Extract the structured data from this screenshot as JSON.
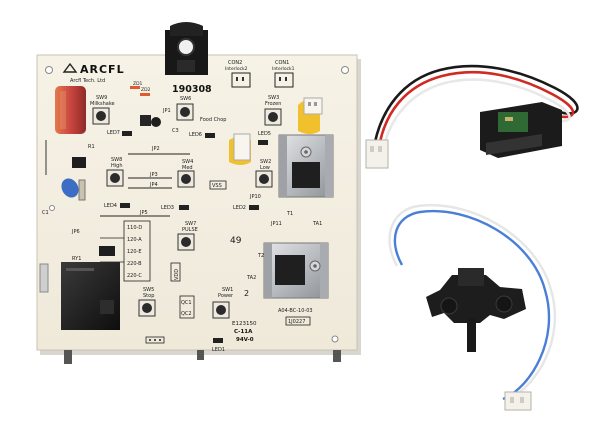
{
  "board": {
    "brand_logo": "ARCFL",
    "maker": "Arcfl Tech. Ltd",
    "part_no": "190308",
    "conn": {
      "con2": "CON2",
      "con2_sub": "Interlock2",
      "con1": "CON1",
      "con1_sub": "Interlock1"
    },
    "switches": {
      "sw9": "SW9",
      "sw9_fn": "Milkshake",
      "sw6": "SW6",
      "sw6_fn": "Food Chop",
      "sw3": "SW3",
      "sw3_fn": "Frozen",
      "sw8": "SW8",
      "sw8_fn": "High",
      "sw4": "SW4",
      "sw4_fn": "Med",
      "sw2": "SW2",
      "sw2_fn": "Low",
      "sw7": "SW7",
      "sw7_fn": "PULSE",
      "sw5": "SW5",
      "sw5_fn": "Stop",
      "sw1": "SW1",
      "sw1_fn": "Power"
    },
    "leds": {
      "led7": "LED7",
      "led6": "LED6",
      "led5": "LED5",
      "led4": "LED4",
      "led3": "LED3",
      "led2": "LED2",
      "led1": "LED1"
    },
    "jumpers": {
      "jp1": "JP1",
      "jp2": "JP2",
      "jp3": "JP3",
      "jp4": "JP4",
      "jp5": "JP5",
      "jp6": "JP6",
      "jp10": "JP10",
      "jp11": "JP11"
    },
    "components": {
      "zd1": "ZD1",
      "zd2": "ZD2",
      "r1": "R1",
      "c1": "C1",
      "c3": "C3",
      "ry1": "RY1",
      "vss": "VSS",
      "vdd": "VDD",
      "qc1": "QC1",
      "qc2": "QC2",
      "ta1": "TA1",
      "ta2": "TA2",
      "t1": "T1",
      "t2": "T2"
    },
    "voltage_table": [
      "110-D",
      "120-A",
      "120-E",
      "220-B",
      "220-C"
    ],
    "num_49": "49",
    "num_2": "2",
    "code_top": "A04-BC-10-03",
    "code_box": "1J0227",
    "cert_no": "E123150",
    "cert_rating": "C-11A",
    "cert_flame": "94V-0"
  },
  "colors": {
    "pcb": "#f4efe2",
    "silkscreen": "#1a1a1a",
    "capacitor": "#c9463f",
    "heatsink": "#c7c9cc",
    "relay": "#202020",
    "connector": "#f3f1ea",
    "sensor_green": "#2f6a34",
    "wire_red": "#d02a22",
    "wire_blue": "#4a7fd6"
  }
}
